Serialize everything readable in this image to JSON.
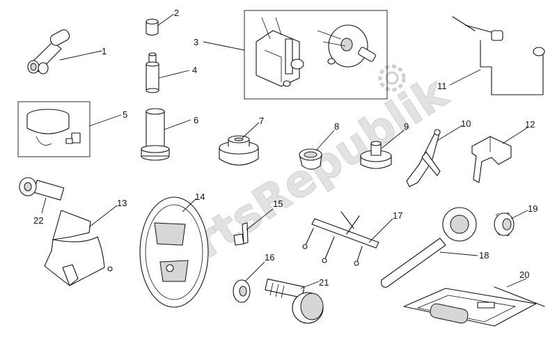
{
  "diagram": {
    "watermark": "PartsRepublik",
    "callouts": [
      "1",
      "2",
      "3",
      "4",
      "5",
      "6",
      "7",
      "8",
      "9",
      "10",
      "11",
      "12",
      "13",
      "14",
      "15",
      "16",
      "17",
      "18",
      "19",
      "20",
      "21",
      "22"
    ]
  }
}
